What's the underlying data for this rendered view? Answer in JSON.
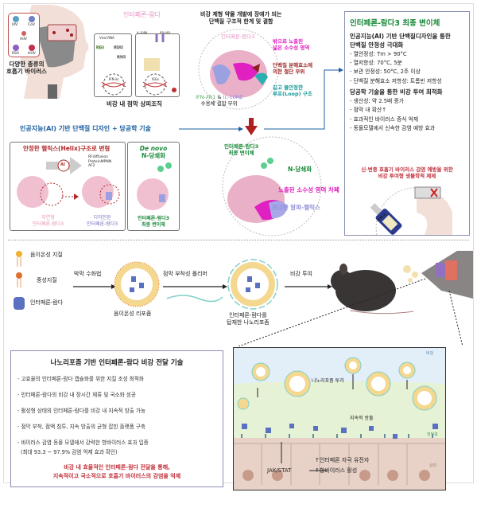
{
  "top": {
    "viruses": [
      "IAV",
      "CoV",
      "AdV",
      "RSV",
      "HHV"
    ],
    "virus_caption": [
      "다양한 종류의",
      "호흡기 바이러스"
    ],
    "interferon_lambda": "인터페론-람다",
    "pathway": {
      "viral_rna": "Viral RNA",
      "rig": "RIG-I",
      "mda5": "MDA5",
      "mavs": "MAVS",
      "ifn": "IFN-λs",
      "receptor1": "IL-10Rβ",
      "receptor2": "IFN-λR1",
      "isgs": "ISGs"
    },
    "tissue_caption": "비강 내 점막 상피조직",
    "problem_title": [
      "비강 제형 약물 개발에 장애가 되는",
      "단백질 구조적 한계 및 결함"
    ],
    "protein_label": "인터페론-람다3",
    "defects": [
      {
        "text": [
          "밖으로 노출된",
          "넓은 소수성 영역"
        ],
        "color": "#e020c0"
      },
      {
        "text": [
          "단백질 분해효소에",
          "의한 절단 부위"
        ],
        "color": "#a02828"
      },
      {
        "text": [
          "길고 불안정한",
          "루프(Loop) 구조"
        ],
        "color": "#1a9a9a"
      }
    ],
    "receptor_site": {
      "r1": "IFN-λR1",
      "amp": " & ",
      "r2": "IL-10Rβ",
      "line2": "수용체 결합 부위"
    },
    "tech_line": "인공지능(AI) 기반 단백질 디자인 + 당공학 기술",
    "ai_panel": {
      "title": "안정한 헬릭스(Helix)구조로 변형",
      "tools": [
        "RFdiffusion",
        "ProteinMPNN",
        "AF2"
      ],
      "ai": "AI",
      "native": [
        "자연형",
        "인터페론-람다3"
      ],
      "designed": [
        "디자인된",
        "인터페론-람다3"
      ]
    },
    "denovo_panel": {
      "title1": "De novo",
      "title2": "N-당쇄화",
      "caption": [
        "인터페론-람다3",
        "최종 변이체"
      ]
    },
    "final_circle": {
      "label": [
        "인터페론-람다3",
        "최종 변이체"
      ],
      "glyco": "N-당쇄화",
      "hydro": "노출된 소수성 영역 차폐",
      "helix": "견고한 알파-헬릭스"
    }
  },
  "final_box": {
    "title": "인터페론-람다3 최종 변이체",
    "sections": [
      {
        "head": [
          "인공지능(AI) 기반 단백질디자인을 통한",
          "단백질 안정성 극대화"
        ],
        "items": [
          "- 열안정성: Tm > 90°C",
          "- 열저항성: 70°C, 5분",
          "- 보관 안정성: 50°C, 2주 이상",
          "- 단백질 분해효소 저항성: 트롬빈 저항성"
        ]
      },
      {
        "head": [
          "당공학 기술을 통한 비강 투여 최적화"
        ],
        "items": [
          "- 생산성: 약 2.5배 증가",
          "- 점막 내 확산↑",
          "- 효과적인 바이러스 증식 억제",
          "- 동물모델에서 신속한 감염 예방 효과"
        ]
      }
    ],
    "note": [
      "신·변종 호흡기 바이러스 감염 예방을 위한",
      "비강 투여형 생물학적 제제"
    ],
    "bottle_label": "IFN-λ"
  },
  "middle": {
    "legend": [
      "음이온성 지질",
      "중성지질",
      "인터페론-람다"
    ],
    "step1": "박막 수화법",
    "liposome1": "음이온성 리포좀",
    "step2": "점막 부착성 폴리머",
    "liposome2": [
      "인터페론-람다를",
      "탑재한 나노리포좀"
    ],
    "step3": "비강 투여"
  },
  "bottom_box": {
    "title": "나노리포좀 기반 인터페론-람다 비강 전달 기술",
    "items": [
      "- 고효율의 인터페론-람다 캡슐화를 위한 지질 조성 최적화",
      "- 인터페론-람다의 비강 내 장시간 체류 및 국소화 성공",
      "- 활성형 상태의 인터페론-람다를 비강 내 지속적 방출 가능",
      "- 점막 부착, 점액 침투, 지속 방출의 균형 잡힌 플랫폼 구축",
      "- 바이러스 감염 동물 모델에서 강력한 항바이러스 효과 입증"
    ],
    "item_note": "(최대 93.3 ~ 97.9% 감염 억제 효과 확인)",
    "conclusion": [
      "비강 내 효율적인 인터페론-람다 전달을 통해,",
      "지속적이고 국소적으로 호흡기 바이러스의 감염을 억제"
    ]
  },
  "mucosa": {
    "cavity": "비강",
    "penetration": "나노리포좀 투과",
    "release": "지속적 방출",
    "mucus": "점막층",
    "epithelium": "상피",
    "jakstat": "JAK/STAT",
    "isg": "↑인터페론 자극 유전자",
    "antiviral": "↑항바이러스 활성"
  },
  "colors": {
    "green": "#1a8a3a",
    "blue": "#1d5fa0",
    "red": "#c0303a",
    "magenta": "#e020c0",
    "lavender": "#8f8fd8",
    "pink": "#e8a8c0"
  }
}
